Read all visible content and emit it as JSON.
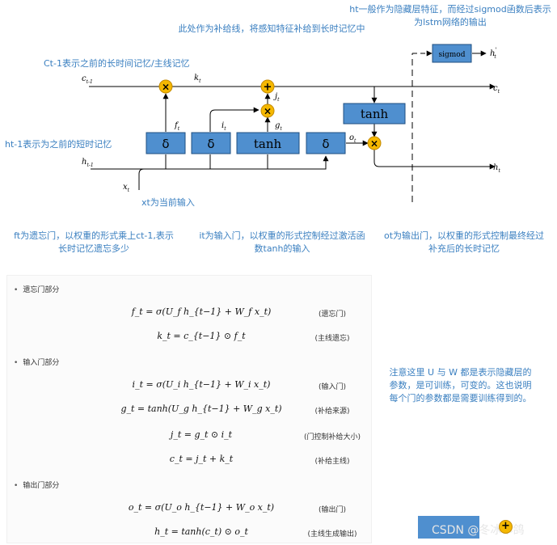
{
  "annotations": {
    "top_right": "ht一般作为隐藏层特征，而经过sigmod函数后表示为lstm网络的输出",
    "top_middle": "此处作为补给线，将感知特征补给到长时记忆中",
    "ct_prev": "Ct-1表示之前的长时间记忆/主线记忆",
    "ht_prev": "ht-1表示为之前的短时记忆",
    "xt": "xt为当前输入",
    "forget": "ft为遗忘门，以权重的形式乘上ct-1,表示长时记忆遗忘多少",
    "input": "it为输入门，以权重的形式控制经过激活函数tanh的输入",
    "output": "ot为输出门，以权重的形式控制最终经过补充后的长时记忆",
    "note_right": "注意这里 U 与 W 都是表示隐藏层的参数，是可训练，可变的。这也说明每个门的参数都是需要训练得到的。"
  },
  "diagram": {
    "boxes": {
      "forget_gate": "δ",
      "input_gate": "δ",
      "candidate": "tanh",
      "output_gate": "δ",
      "tanh_out": "tanh",
      "sigmod": "sigmod"
    },
    "labels": {
      "c_prev": "c",
      "c_prev_sub": "t-1",
      "h_prev": "h",
      "h_prev_sub": "t-1",
      "x": "x",
      "x_sub": "t",
      "f": "f",
      "f_sub": "t",
      "i": "i",
      "i_sub": "t",
      "g": "g",
      "g_sub": "t",
      "k": "k",
      "k_sub": "t",
      "j": "j",
      "j_sub": "t",
      "o": "o",
      "o_sub": "t",
      "c_out": "c",
      "c_out_sub": "t",
      "h_out": "h",
      "h_out_sub": "t",
      "h_sig": "h",
      "h_sig_sub": "t",
      "h_sig_sup": "'"
    },
    "ops": {
      "mul": "×",
      "add": "+"
    }
  },
  "formulas": {
    "section_forget": "遗忘门部分",
    "section_input": "输入门部分",
    "section_output": "输出门部分",
    "rows": [
      {
        "eq": "f_t = σ(U_f h_{t−1} + W_f x_t)",
        "tag": "(遗忘门)"
      },
      {
        "eq": "k_t = c_{t−1} ⊙ f_t",
        "tag": "(主线遗忘)"
      },
      {
        "eq": "i_t = σ(U_i h_{t−1} + W_i x_t)",
        "tag": "(输入门)"
      },
      {
        "eq": "g_t = tanh(U_g h_{t−1} + W_g x_t)",
        "tag": "(补给来源)"
      },
      {
        "eq": "j_t = g_t ⊙ i_t",
        "tag": "(门控制补给大小)"
      },
      {
        "eq": "c_t = j_t + k_t",
        "tag": "(补给主线)"
      },
      {
        "eq": "o_t = σ(U_o h_{t−1} + W_o x_t)",
        "tag": "(输出门)"
      },
      {
        "eq": "h_t = tanh(c_t) ⊙ o_t",
        "tag": "(主线生成输出)"
      }
    ]
  },
  "watermark": {
    "text": "CSDN @冬冰乖鸽",
    "plus": "+"
  },
  "colors": {
    "box_fill": "#4f8fcf",
    "box_stroke": "#1f4f80",
    "op_fill": "#f5b800",
    "note_text": "#3a7fc0"
  }
}
